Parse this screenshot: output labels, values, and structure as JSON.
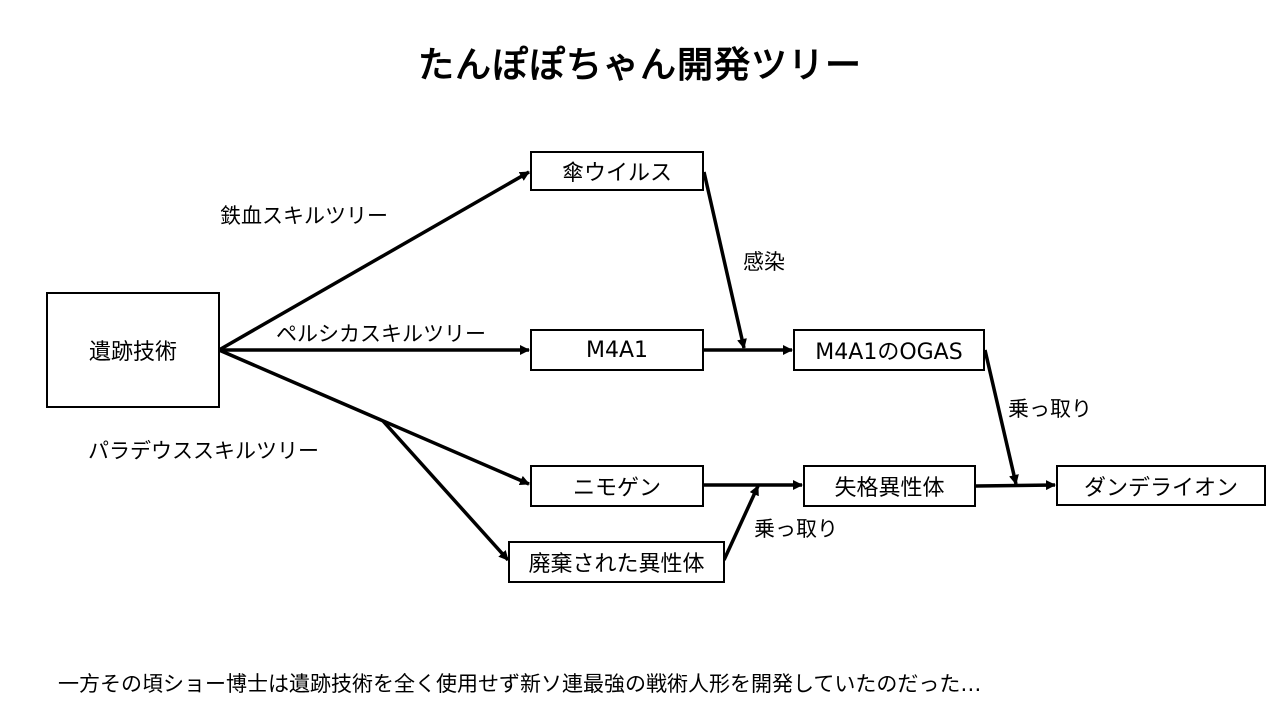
{
  "title": "たんぽぽちゃん開発ツリー",
  "nodes": {
    "ruins": "遺跡技術",
    "umbrella": "傘ウイルス",
    "m4a1": "M4A1",
    "m4a1_ogas": "M4A1のOGAS",
    "nimogen": "ニモゲン",
    "discarded": "廃棄された異性体",
    "disqualified": "失格異性体",
    "dandelion": "ダンデライオン"
  },
  "edge_labels": {
    "iron_blood": "鉄血スキルツリー",
    "pelsica": "ペルシカスキルツリー",
    "paradeus": "パラデウススキルツリー",
    "infection": "感染",
    "takeover_1": "乗っ取り",
    "takeover_2": "乗っ取り"
  },
  "footer": "一方その頃ショー博士は遺跡技術を全く使用せず新ソ連最強の戦術人形を開発していたのだった…"
}
